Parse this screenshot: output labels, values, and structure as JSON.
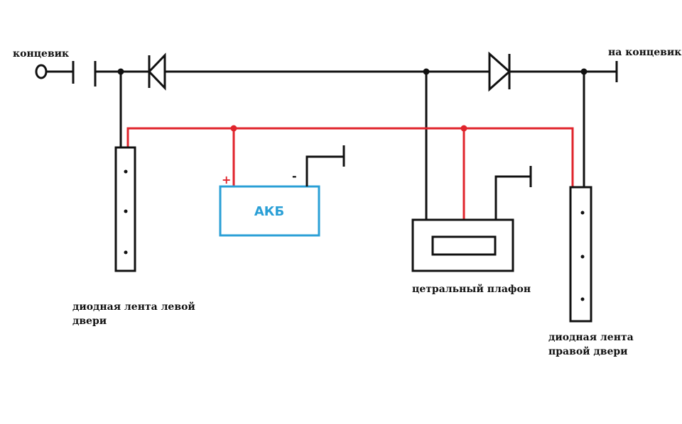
{
  "colors": {
    "wire": "#111111",
    "positive": "#e0242c",
    "battery": "#2a9fd6",
    "background": "#ffffff"
  },
  "labels": {
    "switch_left": "концевик",
    "switch_right": "на концевик",
    "left_strip": [
      "диодная лента левой",
      "двери"
    ],
    "right_strip": [
      "диодная лента",
      "правой двери"
    ],
    "center_lamp": "цетральный плафон",
    "battery": "АКБ",
    "plus": "+",
    "minus": "-"
  },
  "icons": {
    "diode": "diode-symbol",
    "ground": "ground-symbol",
    "switch_contact": "switch-contact-icon",
    "led": "led-dot"
  }
}
